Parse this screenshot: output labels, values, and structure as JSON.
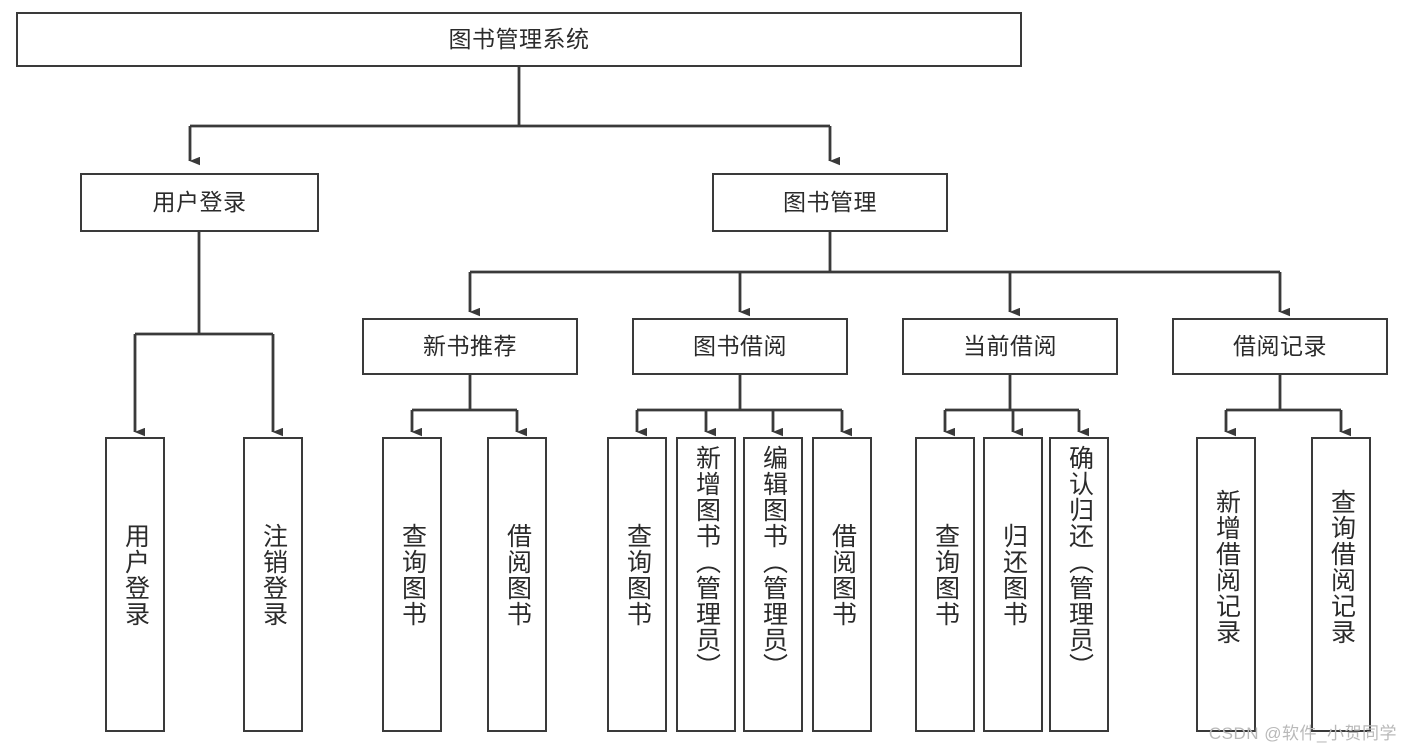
{
  "diagram": {
    "title": "图书管理系统",
    "type": "tree",
    "root": {
      "label": "图书管理系统"
    },
    "level1": [
      {
        "label": "用户登录"
      },
      {
        "label": "图书管理"
      }
    ],
    "level2": [
      {
        "label": "新书推荐"
      },
      {
        "label": "图书借阅"
      },
      {
        "label": "当前借阅"
      },
      {
        "label": "借阅记录"
      }
    ],
    "leaves": {
      "user_login": [
        {
          "label": "用户登录"
        },
        {
          "label": "注销登录"
        }
      ],
      "new_book_recommend": [
        {
          "label": "查询图书"
        },
        {
          "label": "借阅图书"
        }
      ],
      "book_borrow": [
        {
          "label": "查询图书"
        },
        {
          "label": "新增图书（管理员）"
        },
        {
          "label": "编辑图书（管理员）"
        },
        {
          "label": "借阅图书"
        }
      ],
      "current_borrow": [
        {
          "label": "查询图书"
        },
        {
          "label": "归还图书"
        },
        {
          "label": "确认归还（管理员）"
        }
      ],
      "borrow_record": [
        {
          "label": "新增借阅记录"
        },
        {
          "label": "查询借阅记录"
        }
      ]
    }
  },
  "watermark": {
    "text": "CSDN @软件_小贺同学"
  },
  "colors": {
    "box_border": "#3a3a3a",
    "text": "#2b2b2b",
    "line": "#3a3a3a",
    "background": "#ffffff",
    "watermark": "#b9b9b9"
  }
}
